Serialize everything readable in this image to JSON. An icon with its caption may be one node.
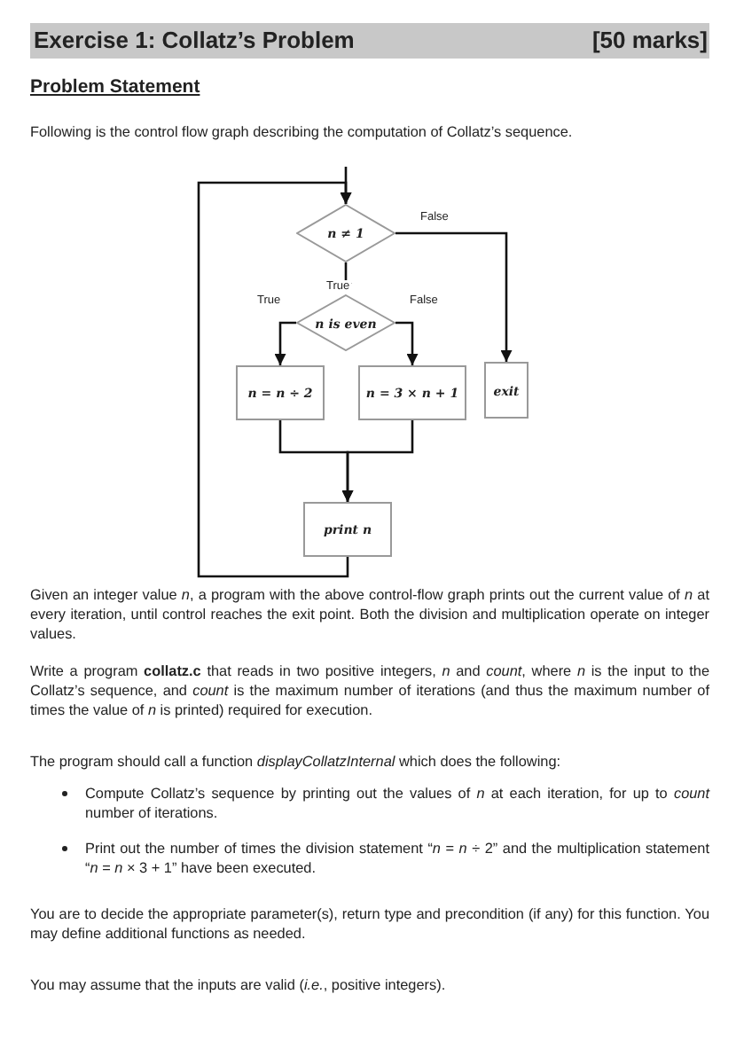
{
  "diagram": {
    "title": "Exercise 1: Collatz’s Problem",
    "nodes": [
      {
        "text": [
          "n ≠ 1"
        ]
      },
      {
        "text": [
          "n is even"
        ]
      },
      {
        "text": [
          "n = n ÷ 2"
        ]
      },
      {
        "text": [
          "n = 3 × n + 1"
        ]
      },
      {
        "text": [
          "exit"
        ]
      },
      {
        "text": [
          "print n"
        ]
      }
    ],
    "edges": [
      {
        "from": null,
        "to": 0,
        "arrow": "to"
      },
      {
        "from": 0,
        "to": 1,
        "arrow": "to",
        "label": "True"
      },
      {
        "from": 0,
        "to": 4,
        "arrow": "to",
        "label": "False"
      },
      {
        "from": 1,
        "to": 2,
        "arrow": "to",
        "label": "True"
      },
      {
        "from": 1,
        "to": 3,
        "arrow": "to",
        "label": "False"
      },
      {
        "from": 2,
        "to": 5,
        "arrow": "to"
      },
      {
        "from": 3,
        "to": 5,
        "arrow": "to"
      },
      {
        "from": 5,
        "to": 0,
        "arrow": "to"
      }
    ],
    "labels": [
      "[50 marks]",
      "Problem Statement",
      "Following is the control flow graph describing the computation of Collatz’s sequence.",
      "Given an integer value *n*, a program with the above control-flow graph prints out the current value of *n* at every iteration, until control reaches the exit point. Both the division and multiplication operate on integer values.",
      "Write a program **collatz.c** that reads in two positive integers, *n* and *count*, where *n* is the input to the Collatz’s sequence, and *count* is the maximum number of iterations (and thus the maximum number of times the value of *n* is printed) required for execution.",
      "The program should call a function *displayCollatzInternal* which does the following:",
      "Compute Collatz’s sequence by printing out the values of *n* at each iteration, for up to *count* number of iterations.",
      "Print out the number of times the division statement “*n* = *n* ÷ 2” and the multiplication statement “*n* = *n* × 3 + 1” have been executed.",
      "You are to decide the appropriate parameter(s), return type and precondition (if any) for this function. You may define additional functions as needed.",
      "You may assume that the inputs are valid (*i.e.*, positive integers)."
    ]
  }
}
